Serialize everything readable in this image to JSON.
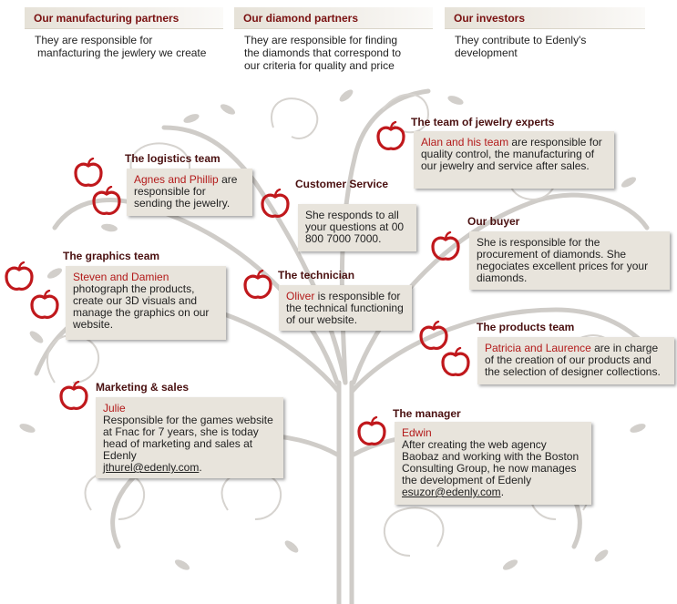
{
  "headers": [
    {
      "title": "Our manufacturing partners",
      "desc_1": "They are responsible for",
      "desc_2": "manfacturing the jewlery we create"
    },
    {
      "title": "Our diamond partners",
      "desc_1": "They are responsible for finding",
      "desc_2": "the diamonds that correspond to",
      "desc_3": "our criteria for quality and price"
    },
    {
      "title": "Our investors",
      "desc_1": "They contribute to Edenly's",
      "desc_2": "development"
    }
  ],
  "teams": {
    "jewelry_experts": {
      "title": "The team of jewelry experts",
      "name": "Alan and his team",
      "text": " are responsible for quality control, the manufacturing of our jewelry and service after sales."
    },
    "logistics": {
      "title": "The logistics team",
      "name": "Agnes and Phillip",
      "text": " are responsible for sending the jewelry."
    },
    "customer_service": {
      "title": "Customer Service",
      "text": "She responds to all your questions at 00 800 7000 7000."
    },
    "buyer": {
      "title": "Our buyer",
      "text": "She is responsible for the procurement of diamonds. She negociates excellent prices for your diamonds."
    },
    "graphics": {
      "title": "The graphics team",
      "name": "Steven and Damien",
      "text": "photograph the products, create our 3D visuals and manage the graphics on our website."
    },
    "technician": {
      "title": "The technician",
      "name": "Oliver",
      "text": " is responsible for the technical functioning of our website."
    },
    "products": {
      "title": "The products team",
      "name": "Patricia and Laurence",
      "text": " are in charge of the creation of our products and the selection of designer collections."
    },
    "marketing": {
      "title": "Marketing & sales",
      "name": "Julie",
      "text": "Responsible for the games website at Fnac for 7 years, she is today head of marketing and sales at Edenly",
      "email": "jthurel@edenly.com",
      "tail": "."
    },
    "manager": {
      "title": "The manager",
      "name": "Edwin",
      "text": "After creating the web agency Baobaz and working with the Boston Consulting Group, he now manages the development of Edenly",
      "email": "esuzor@edenly.com",
      "tail": "."
    }
  },
  "colors": {
    "title": "#7a1111",
    "name": "#b31a1a",
    "apple": "#c0181c",
    "box": "#e8e4dc",
    "tree": "#c9c6c2"
  },
  "icon": "apple-icon"
}
